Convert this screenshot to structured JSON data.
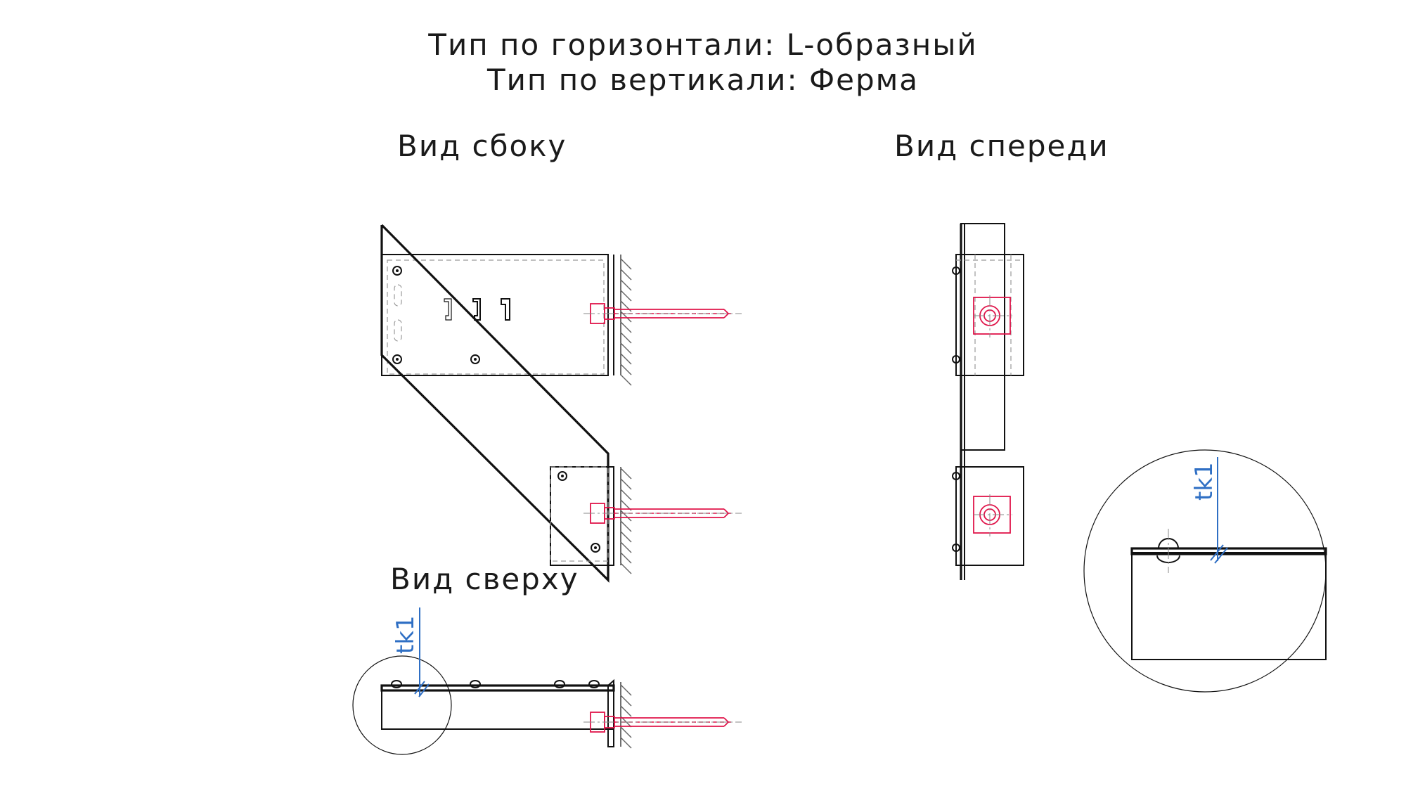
{
  "header": {
    "line1": "Тип по горизонтали: L-образный",
    "line2": "Тип по вертикали: Ферма"
  },
  "views": {
    "side": "Вид сбоку",
    "front": "Вид спереди",
    "top": "Вид сверху"
  },
  "marks": {
    "weld_top_view": "tk1",
    "weld_detail": "tk1"
  },
  "colors": {
    "outline": "#111111",
    "anchor": "#e0154a",
    "weld_mark": "#2f6fc4",
    "hidden": "#9a9a9a"
  }
}
